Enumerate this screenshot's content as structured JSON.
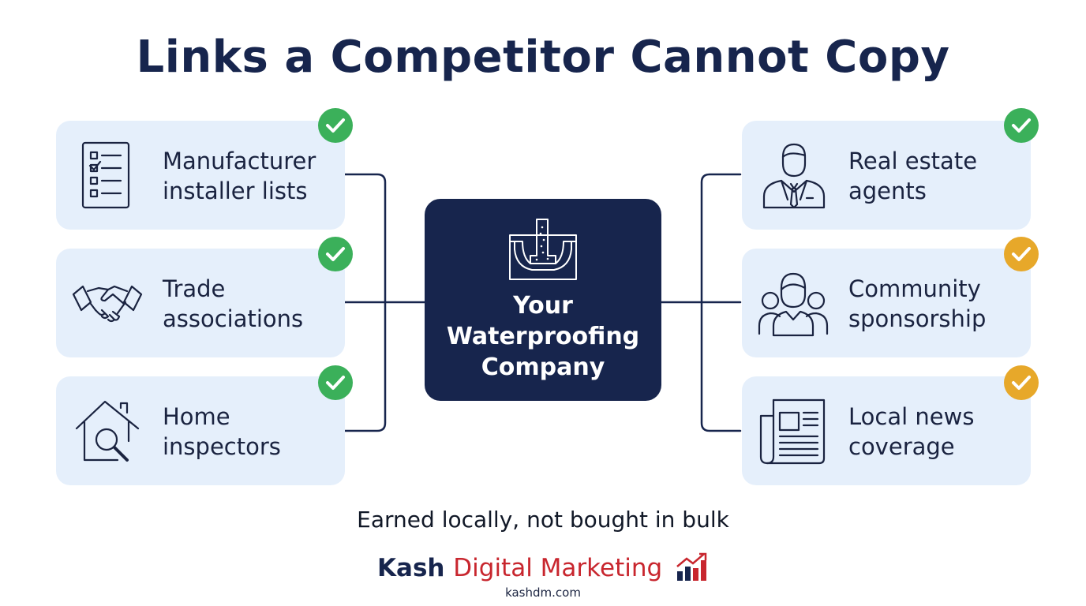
{
  "title": "Links a Competitor Cannot Copy",
  "center": {
    "line1": "Your",
    "line2": "Waterproofing",
    "line3": "Company",
    "icon": "waterproofing-foundation-icon"
  },
  "left_items": [
    {
      "line1": "Manufacturer",
      "line2": "installer lists",
      "icon": "checklist-icon",
      "status": "green"
    },
    {
      "line1": "Trade",
      "line2": "associations",
      "icon": "handshake-icon",
      "status": "green"
    },
    {
      "line1": "Home",
      "line2": "inspectors",
      "icon": "house-magnifier-icon",
      "status": "green"
    }
  ],
  "right_items": [
    {
      "line1": "Real estate",
      "line2": "agents",
      "icon": "agent-person-icon",
      "status": "green"
    },
    {
      "line1": "Community",
      "line2": "sponsorship",
      "icon": "community-group-icon",
      "status": "yellow"
    },
    {
      "line1": "Local news",
      "line2": "coverage",
      "icon": "newspaper-icon",
      "status": "yellow"
    }
  ],
  "tagline": "Earned locally, not bought in bulk",
  "brand": {
    "name_part1": "Kash",
    "name_part2": "Digital Marketing",
    "website": "kashdm.com",
    "icon": "growth-chart-logo-icon"
  },
  "colors": {
    "navy": "#17254d",
    "card": "#e5effb",
    "check_green": "#3bb05a",
    "check_yellow": "#e7a82a",
    "brand_red": "#c8262e"
  }
}
